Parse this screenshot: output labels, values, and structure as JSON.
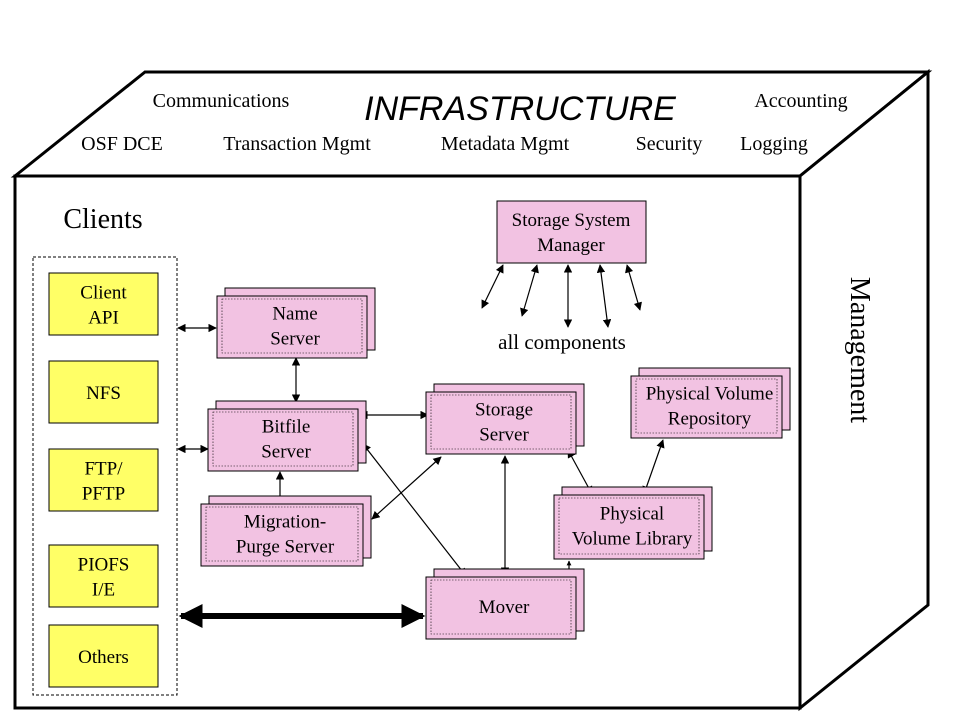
{
  "infrastructure": {
    "title": "INFRASTRUCTURE",
    "communications": "Communications",
    "accounting": "Accounting",
    "osf_dce": "OSF DCE",
    "transaction_mgmt": "Transaction Mgmt",
    "metadata_mgmt": "Metadata Mgmt",
    "security": "Security",
    "logging": "Logging"
  },
  "management": {
    "label": "Management"
  },
  "clients": {
    "heading": "Clients",
    "items": [
      {
        "lines": [
          "Client",
          "API"
        ]
      },
      {
        "lines": [
          "NFS"
        ]
      },
      {
        "lines": [
          "FTP/",
          "PFTP"
        ]
      },
      {
        "lines": [
          "PIOFS",
          "I/E"
        ]
      },
      {
        "lines": [
          "Others"
        ]
      }
    ]
  },
  "components": {
    "ssm": [
      "Storage System",
      "Manager"
    ],
    "all_components": "all components",
    "name_server": [
      "Name",
      "Server"
    ],
    "bitfile_server": [
      "Bitfile",
      "Server"
    ],
    "migration_purge": [
      "Migration-",
      "Purge Server"
    ],
    "storage_server": [
      "Storage",
      "Server"
    ],
    "pvr": [
      "Physical Volume",
      "Repository"
    ],
    "pvl": [
      "Physical",
      "Volume Library"
    ],
    "mover": [
      "Mover"
    ]
  },
  "colors": {
    "client_box": "#ffff66",
    "component_box": "#f2c2e2",
    "outline": "#000000",
    "background": "#ffffff"
  }
}
